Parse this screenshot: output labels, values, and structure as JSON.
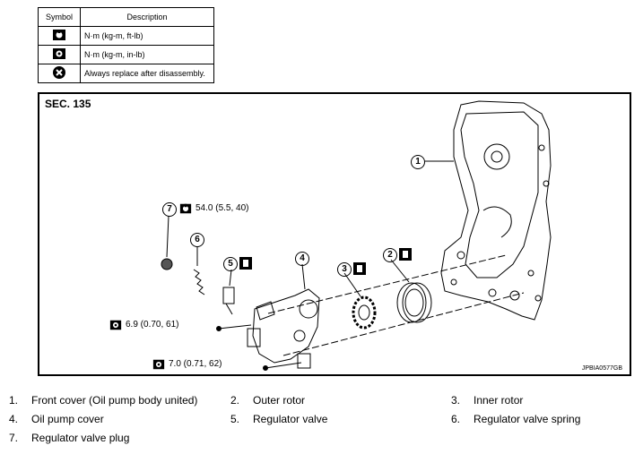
{
  "legend": {
    "headers": {
      "symbol": "Symbol",
      "description": "Description"
    },
    "rows": [
      {
        "icon": "torque-wrench-icon",
        "description": "N·m (kg-m, ft-lb)"
      },
      {
        "icon": "torque-wrench-small-icon",
        "description": "N·m (kg-m, in-lb)"
      },
      {
        "icon": "always-replace-icon",
        "description": "Always replace after disassembly."
      }
    ]
  },
  "diagram": {
    "section": "SEC. 135",
    "code": "JPBIA0577GB",
    "callouts": [
      "1",
      "2",
      "3",
      "4",
      "5",
      "6",
      "7"
    ],
    "torques": {
      "t7": "54.0 (5.5, 40)",
      "t_a": "6.9 (0.70, 61)",
      "t_b": "7.0 (0.71, 62)"
    }
  },
  "parts": [
    {
      "num": "1.",
      "name": "Front cover (Oil pump body united)"
    },
    {
      "num": "2.",
      "name": "Outer rotor"
    },
    {
      "num": "3.",
      "name": "Inner rotor"
    },
    {
      "num": "4.",
      "name": "Oil pump cover"
    },
    {
      "num": "5.",
      "name": "Regulator valve"
    },
    {
      "num": "6.",
      "name": "Regulator valve spring"
    },
    {
      "num": "7.",
      "name": "Regulator valve plug"
    }
  ]
}
